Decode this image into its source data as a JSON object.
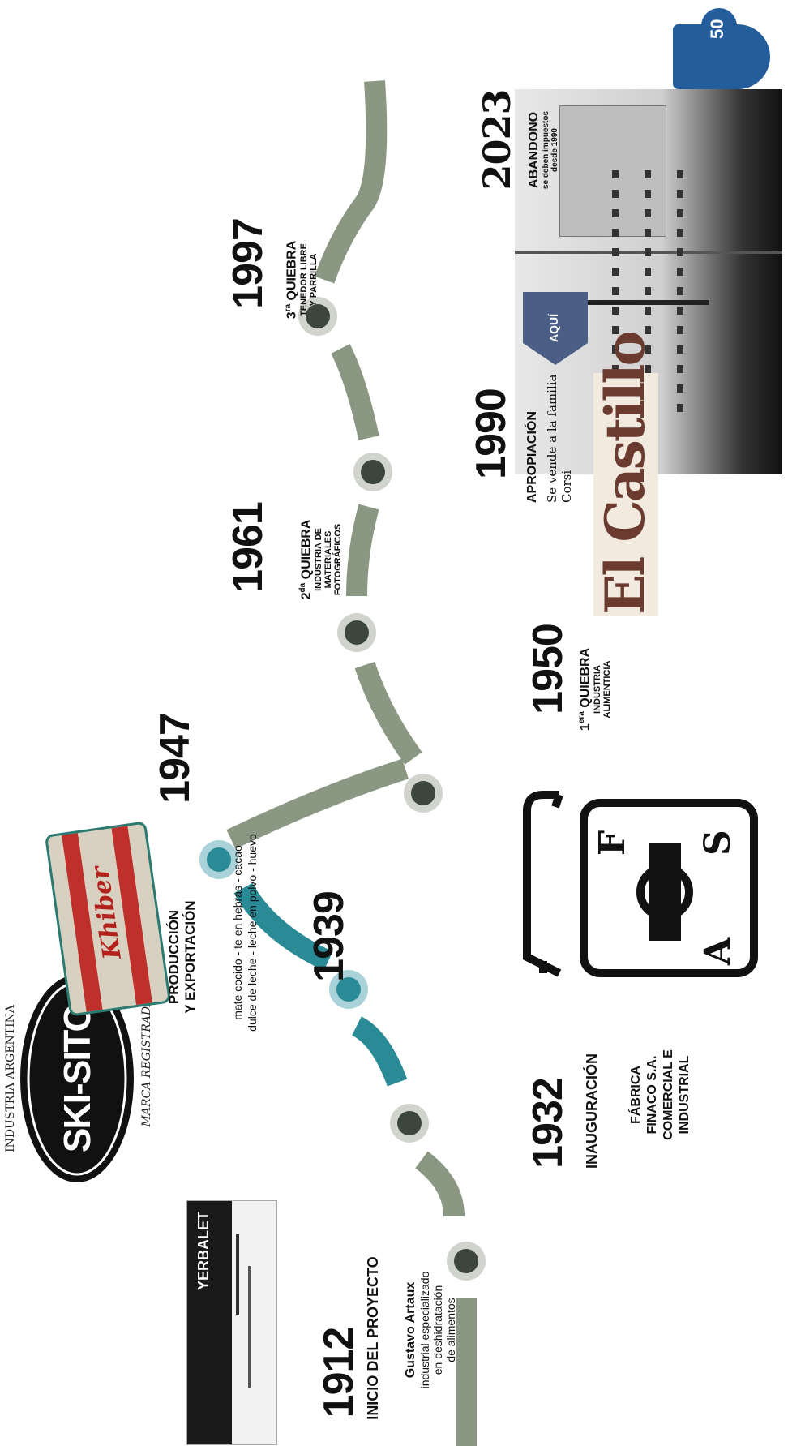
{
  "events": [
    {
      "year": "1912",
      "title": "INICIO DEL PROYECTO",
      "person": "Gustavo Artaux",
      "desc": [
        "industrial especializado",
        "en deshidratación",
        "de alimentos"
      ]
    },
    {
      "year": "1932",
      "title": "INAUGURACIÓN",
      "desc": [
        "FÁBRICA",
        "FINACO S.A.",
        "COMERCIAL E",
        "INDUSTRIAL"
      ]
    },
    {
      "year": "1939"
    },
    {
      "year": "1947",
      "title": [
        "PRODUCCIÓN",
        "Y EXPORTACIÓN"
      ],
      "desc": [
        "mate cocido - te en hebras - cacao",
        "dulce de leche - leche en polvo - huevo"
      ]
    },
    {
      "year": "1950",
      "title_main": "QUIEBRA",
      "ordinal": "1",
      "ordinal_sup": "era",
      "desc": [
        "INDUSTRIA",
        "ALIMENTICIA"
      ]
    },
    {
      "year": "1961",
      "title_main": "QUIEBRA",
      "ordinal": "2",
      "ordinal_sup": "da",
      "desc": [
        "INDUSTRIA DE",
        "MATERIALES",
        "FOTOGRÁFICOS"
      ]
    },
    {
      "year": "1990",
      "title": "APROPIACIÓN",
      "desc": [
        "Se vende a la familia",
        "Corsi"
      ]
    },
    {
      "year": "1997",
      "title_main": "QUIEBRA",
      "ordinal": "3",
      "ordinal_sup": "ra",
      "desc": [
        "TENEDOR LIBRE",
        "Y PARRILLA"
      ]
    },
    {
      "year": "2023",
      "title": "ABANDONO",
      "desc": [
        "se deben impuestos",
        "desde 1990"
      ]
    }
  ],
  "logos": {
    "skisito_top": "INDUSTRIA ARGENTINA",
    "skisito_main": "SKI-SITO",
    "skisito_bottom": "MARCA REGISTRADA",
    "yerbalet": "YERBALET",
    "khiber": "Khiber",
    "el_castillo": "El Castillo",
    "aqui": "AQUÍ",
    "fsa_letters": [
      "F",
      "S",
      "A"
    ],
    "badge_number": "50"
  },
  "colors": {
    "line_gray": "#8a9782",
    "line_teal": "#2a8a96",
    "dot": "#3d463a",
    "dot_teal": "#2a8a96",
    "ring": "#d0d4cc"
  }
}
